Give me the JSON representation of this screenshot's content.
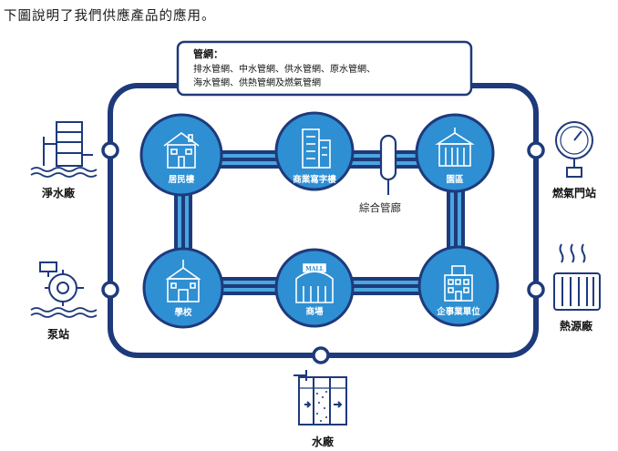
{
  "intro_text": "下圖說明了我們供應產品的應用。",
  "network_box": {
    "title": "管網：",
    "line1": "排水管網、中水管網、供水管網、原水管網、",
    "line2": "海水管網、供熱管網及燃氣管網"
  },
  "nodes": {
    "residential": "居民樓",
    "office": "商業寫字樓",
    "park": "園區",
    "school": "學校",
    "mall": "商場",
    "enterprise": "企事業單位"
  },
  "corridor_label": "綜合管廊",
  "mall_sign": "MALL",
  "external": {
    "water_plant": "淨水廠",
    "pump_station": "泵站",
    "gas_station": "燃氣門站",
    "heat_plant": "熱源廠",
    "water_factory": "水廠"
  },
  "colors": {
    "navy": "#1e3a7b",
    "circle_blue": "#2e8fd3",
    "pipe_light": "#4aa6df"
  }
}
